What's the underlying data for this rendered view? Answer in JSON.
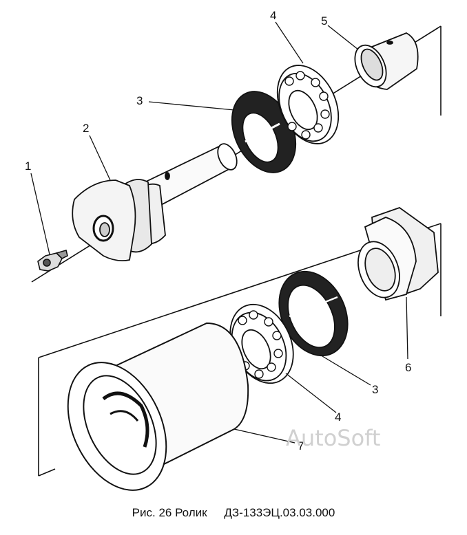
{
  "callouts": {
    "c1": "1",
    "c2": "2",
    "c3a": "3",
    "c4a": "4",
    "c5": "5",
    "c6": "6",
    "c3b": "3",
    "c4b": "4",
    "c7": "7"
  },
  "caption": {
    "figure": "Рис. 26 Ролик",
    "code": "ДЗ-133ЭЦ.03.03.000"
  },
  "watermark": "AutoSoft"
}
